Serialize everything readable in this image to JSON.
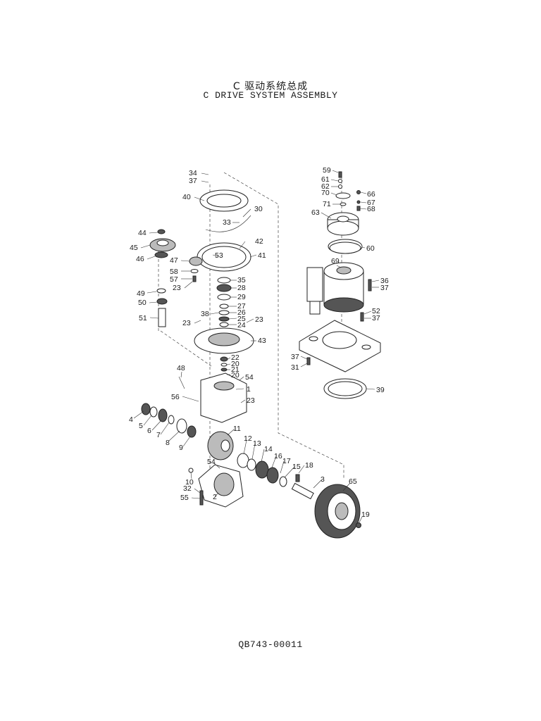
{
  "header": {
    "title_zh": "C 驱动系统总成",
    "title_en": "C DRIVE SYSTEM ASSEMBLY"
  },
  "footer": {
    "doc_code": "QB743-00011"
  },
  "callouts": {
    "c34": "34",
    "c37a": "37",
    "c40": "40",
    "c30": "30",
    "c33": "33",
    "c44": "44",
    "c45": "45",
    "c46": "46",
    "c42": "42",
    "c53": "53",
    "c41": "41",
    "c47": "47",
    "c58": "58",
    "c57": "57",
    "c23a": "23",
    "c35": "35",
    "c28": "28",
    "c49": "49",
    "c29": "29",
    "c50": "50",
    "c27": "27",
    "c38": "38",
    "c26": "26",
    "c51": "51",
    "c25": "25",
    "c23b": "23",
    "c24": "24",
    "c23c": "23",
    "c43": "43",
    "c22": "22",
    "c20a": "20",
    "c21": "21",
    "c20b": "20",
    "c48": "48",
    "c54a": "54",
    "c1": "1",
    "c56": "56",
    "c23d": "23",
    "c4": "4",
    "c5": "5",
    "c6": "6",
    "c7": "7",
    "c8": "8",
    "c9": "9",
    "c11": "11",
    "c12": "12",
    "c13": "13",
    "c14": "14",
    "c54b": "54",
    "c16": "16",
    "c17": "17",
    "c15": "15",
    "c18": "18",
    "c10": "10",
    "c3": "3",
    "c32": "32",
    "c55": "55",
    "c2": "2",
    "c65": "65",
    "c19": "19",
    "c59": "59",
    "c61": "61",
    "c62": "62",
    "c70": "70",
    "c66": "66",
    "c71": "71",
    "c67": "67",
    "c68": "68",
    "c63": "63",
    "c60": "60",
    "c69": "69",
    "c36": "36",
    "c37b": "37",
    "c52": "52",
    "c37c": "37",
    "c37d": "37",
    "c31": "31",
    "c39": "39"
  }
}
